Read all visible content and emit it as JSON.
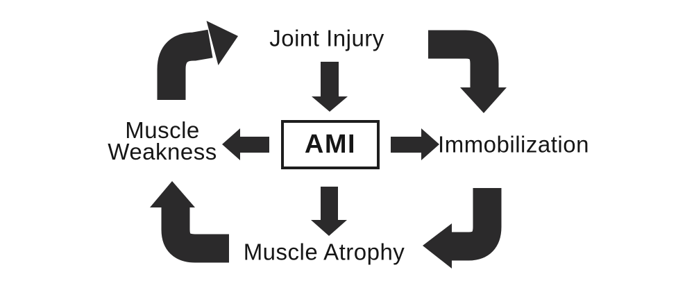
{
  "diagram": {
    "type": "cycle-flow",
    "center": {
      "label": "AMI"
    },
    "nodes": {
      "joint_injury": {
        "label": "Joint Injury"
      },
      "immobilization": {
        "label": "Immobilization"
      },
      "muscle_atrophy": {
        "label": "Muscle Atrophy"
      },
      "muscle_weakness": {
        "label": "Muscle Weakness",
        "line1": "Muscle",
        "line2": "Weakness"
      }
    },
    "edges": {
      "cycle": [
        {
          "from": "Muscle Weakness",
          "to": "Joint Injury",
          "style": "curved-elbow"
        },
        {
          "from": "Joint Injury",
          "to": "Immobilization",
          "style": "curved-elbow"
        },
        {
          "from": "Immobilization",
          "to": "Muscle Atrophy",
          "style": "curved-elbow"
        },
        {
          "from": "Muscle Atrophy",
          "to": "Muscle Weakness",
          "style": "curved-elbow"
        }
      ],
      "from_center": [
        {
          "from": "Joint Injury",
          "to": "AMI",
          "style": "straight-down"
        },
        {
          "from": "AMI",
          "to": "Muscle Weakness",
          "style": "straight-left"
        },
        {
          "from": "AMI",
          "to": "Immobilization",
          "style": "straight-right"
        },
        {
          "from": "AMI",
          "to": "Muscle Atrophy",
          "style": "straight-down"
        }
      ]
    }
  },
  "colors": {
    "arrow": "#2b2a2b",
    "text": "#161616",
    "box_border": "#1d1d1d",
    "background": "#ffffff"
  }
}
